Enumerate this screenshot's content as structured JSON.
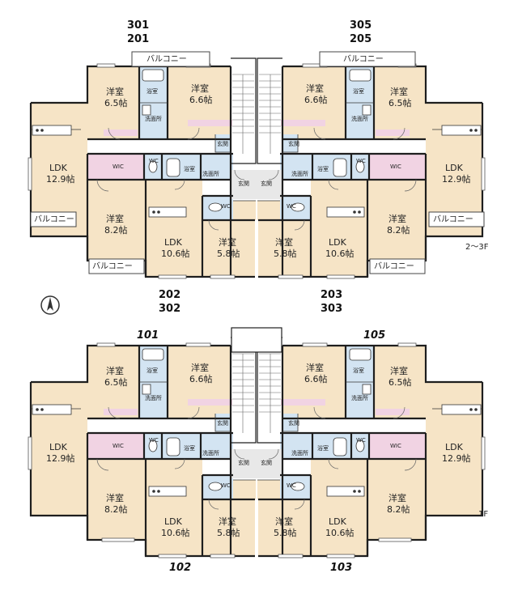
{
  "colors": {
    "room": "#f6e4c6",
    "wet": "#d3e4f2",
    "wic": "#f1d3e3",
    "wall": "#1e1e1e",
    "white": "#ffffff"
  },
  "upper": {
    "floor_label": "2～3F",
    "units_top_left": [
      "301",
      "201"
    ],
    "units_top_right": [
      "305",
      "205"
    ],
    "units_bottom_left": [
      "202",
      "302"
    ],
    "units_bottom_right": [
      "203",
      "303"
    ]
  },
  "lower": {
    "floor_label": "1F",
    "unit_top_left": "101",
    "unit_top_right": "105",
    "unit_bottom_left": "102",
    "unit_bottom_right": "103"
  },
  "labels": {
    "yoshitsu": "洋室",
    "ldk": "LDK",
    "balcony": "バルコニー",
    "bath": "浴室",
    "washroom": "洗面所",
    "wic": "WIC",
    "wc": "WC",
    "entrance": "玄関",
    "size_65": "6.5帖",
    "size_66": "6.6帖",
    "size_129": "12.9帖",
    "size_82": "8.2帖",
    "size_106": "10.6帖",
    "size_58": "5.8帖"
  }
}
